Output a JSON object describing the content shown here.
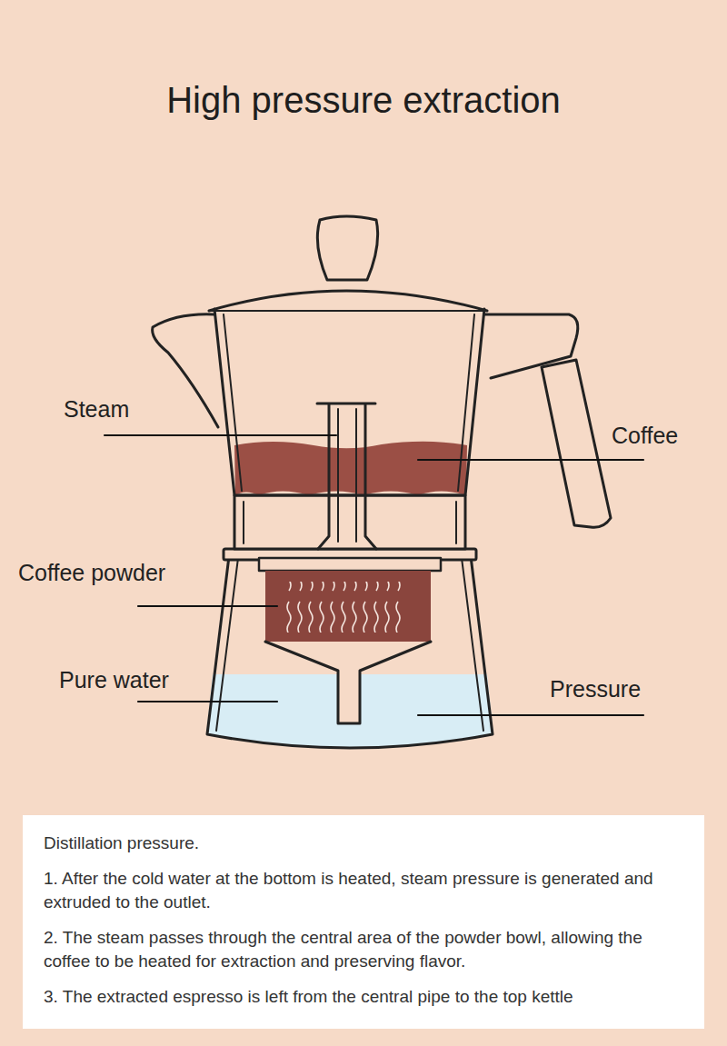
{
  "diagram": {
    "title": "High pressure extraction",
    "nodes": [
      {
        "text": [
          "Distillation pressure.",
          "1. After the cold water at the bottom is heated, steam pressure is generated and extruded to the outlet.",
          "2. The steam passes through the central area of the powder bowl, allowing the coffee to be heated for extraction and preserving flavor.",
          "3. The extracted espresso is left from the central pipe to the top kettle"
        ]
      }
    ],
    "labels": [
      "Steam",
      "Coffee",
      "Coffee powder",
      "Pure water",
      "Pressure"
    ]
  }
}
